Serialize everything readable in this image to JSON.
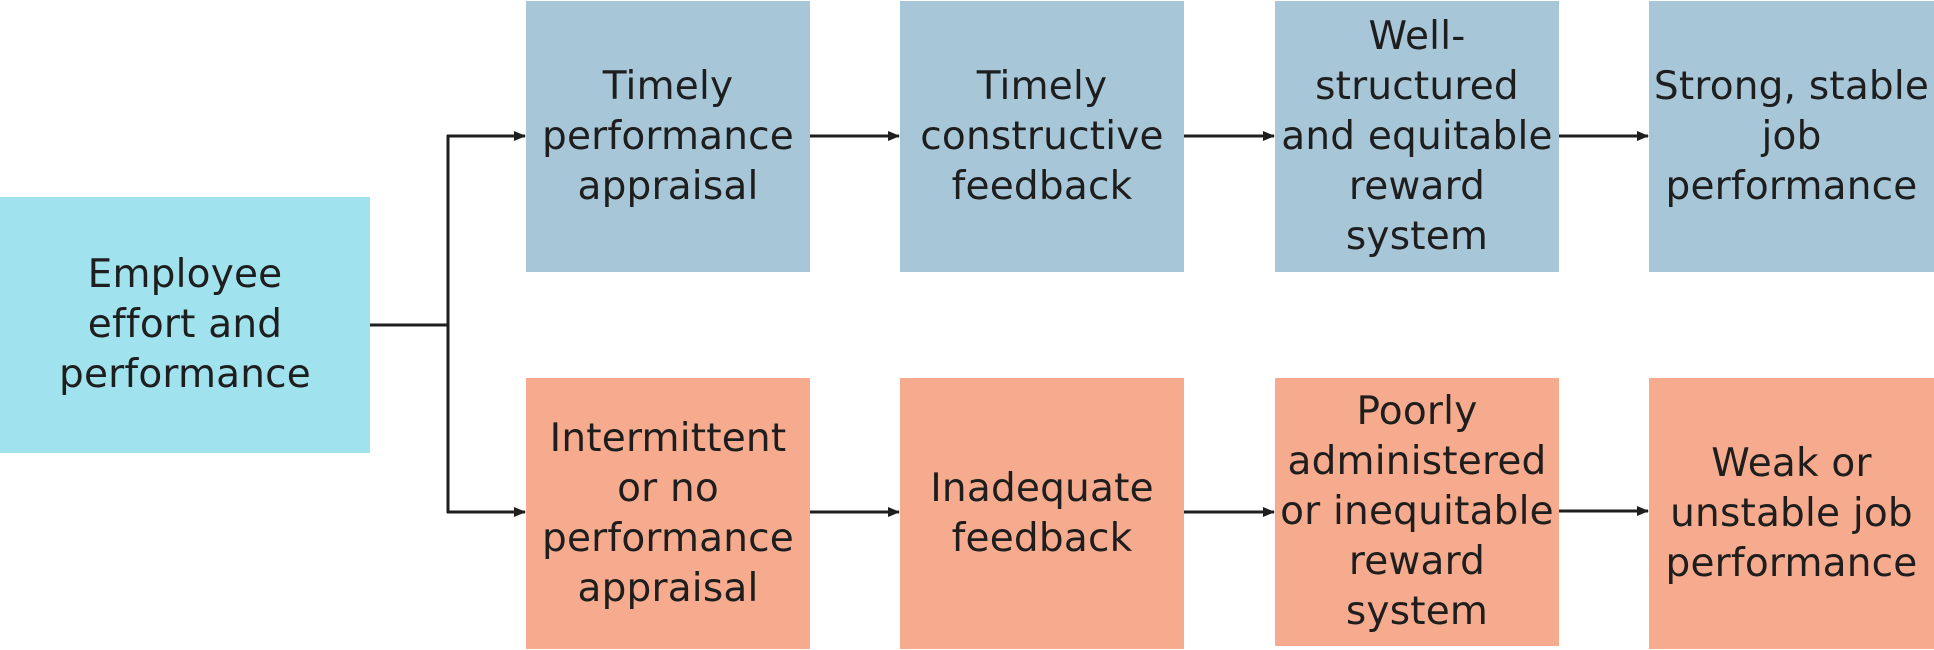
{
  "colors": {
    "start": "#a0e3ef",
    "positive": "#a7c7d9",
    "negative": "#f6ab8e",
    "line": "#1e1e1e",
    "text": "#1e1e1e"
  },
  "start": {
    "label": "Employee\neffort and\nperformance"
  },
  "positive_path": [
    {
      "label": "Timely\nperformance\nappraisal"
    },
    {
      "label": "Timely\nconstructive\nfeedback"
    },
    {
      "label": "Well-\nstructured\nand equitable\nreward\nsystem"
    },
    {
      "label": "Strong, stable\njob\nperformance"
    }
  ],
  "negative_path": [
    {
      "label": "Intermittent\nor no\nperformance\nappraisal"
    },
    {
      "label": "Inadequate\nfeedback"
    },
    {
      "label": "Poorly\nadministered\nor inequitable\nreward\nsystem"
    },
    {
      "label": "Weak or\nunstable job\nperformance"
    }
  ]
}
